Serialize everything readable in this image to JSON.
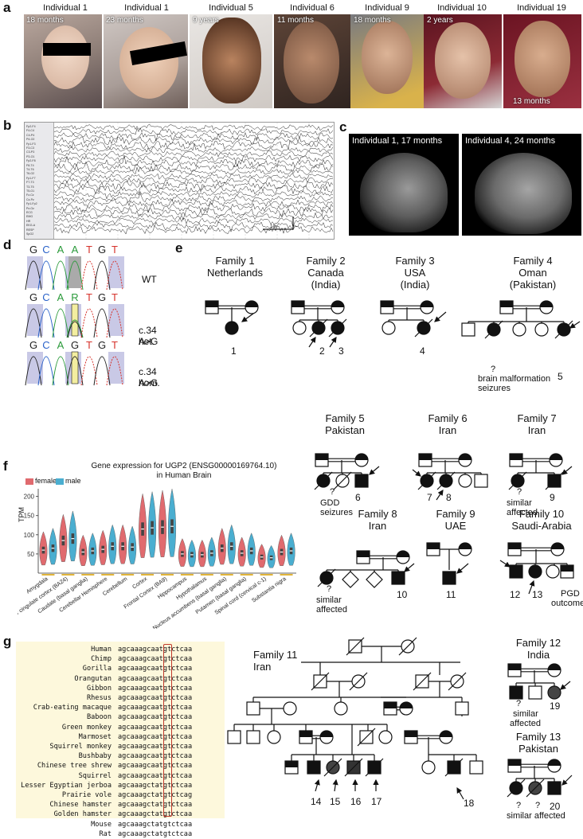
{
  "panels": {
    "a": "a",
    "b": "b",
    "c": "c",
    "d": "d",
    "e": "e",
    "f": "f",
    "g": "g"
  },
  "photos": [
    {
      "caption": "Individual 1",
      "age": "18 months"
    },
    {
      "caption": "Individual 1",
      "age": "23 months"
    },
    {
      "caption": "Individual 5",
      "age": "9 years"
    },
    {
      "caption": "Individual 6",
      "age": "11 months"
    },
    {
      "caption": "Individual 9",
      "age": "18 months"
    },
    {
      "caption": "Individual 10",
      "age": "2 years"
    },
    {
      "caption": "Individual 19",
      "age": "13 months"
    }
  ],
  "mri": [
    {
      "label": "Individual 1, 17 months"
    },
    {
      "label": "Individual 4, 24 months"
    }
  ],
  "eeg": {
    "channels": [
      "Fp2-F4",
      "F4-C4",
      "C4-P4",
      "P4-O2",
      "Fp1-F3",
      "F3-C3",
      "C3-P3",
      "P3-O1",
      "Fp2-F8",
      "F8-T4",
      "T4-T6",
      "T6-O2",
      "Fp1-F7",
      "F7-T3",
      "T3-T5",
      "T5-O1",
      "Fz-Cz",
      "Cz-Pz",
      "Fp1-Fp2",
      "Pz-Oz",
      "ECG",
      "EMG",
      "HR",
      "EKG-A",
      "RESP",
      "SpO2"
    ],
    "scale_label": "1 s"
  },
  "chromatogram": {
    "bases": [
      "G",
      "C",
      "A",
      "A",
      "T",
      "G",
      "T"
    ],
    "bases_het": [
      "G",
      "C",
      "A",
      "R",
      "T",
      "G",
      "T"
    ],
    "bases_hom": [
      "G",
      "C",
      "A",
      "G",
      "T",
      "G",
      "T"
    ],
    "labels": [
      "WT",
      "c.34 A>G",
      "het.",
      "c.34 A>G",
      "hom."
    ]
  },
  "families": {
    "f1": {
      "title": "Family 1",
      "origin": "Netherlands",
      "ids": [
        "1"
      ]
    },
    "f2": {
      "title": "Family 2",
      "origin": "Canada",
      "origin2": "(India)",
      "ids": [
        "2",
        "3"
      ]
    },
    "f3": {
      "title": "Family 3",
      "origin": "USA",
      "origin2": "(India)",
      "ids": [
        "4"
      ]
    },
    "f4": {
      "title": "Family 4",
      "origin": "Oman",
      "origin2": "(Pakistan)",
      "ids": [
        "5"
      ],
      "note": "?",
      "note2": "brain malformation",
      "note3": "seizures"
    },
    "f5": {
      "title": "Family 5",
      "origin": "Pakistan",
      "ids": [
        "6"
      ],
      "note": "?",
      "note2": "GDD",
      "note3": "seizures"
    },
    "f6": {
      "title": "Family 6",
      "origin": "Iran",
      "ids": [
        "7",
        "8"
      ]
    },
    "f7": {
      "title": "Family 7",
      "origin": "Iran",
      "ids": [
        "9"
      ],
      "note": "?",
      "note2": "similar",
      "note3": "affected"
    },
    "f8": {
      "title": "Family 8",
      "origin": "Iran",
      "ids": [
        "10"
      ],
      "note": "?",
      "note2": "similar",
      "note3": "affected"
    },
    "f9": {
      "title": "Family 9",
      "origin": "UAE",
      "ids": [
        "11"
      ]
    },
    "f10": {
      "title": "Family 10",
      "origin": "Saudi-Arabia",
      "ids": [
        "12",
        "13"
      ],
      "note": "PGD",
      "note2": "outcome"
    },
    "f11": {
      "title": "Family 11",
      "origin": "Iran",
      "ids": [
        "14",
        "15",
        "16",
        "17",
        "18"
      ]
    },
    "f12": {
      "title": "Family 12",
      "origin": "India",
      "ids": [
        "19"
      ],
      "note": "?",
      "note2": "similar",
      "note3": "affected"
    },
    "f13": {
      "title": "Family 13",
      "origin": "Pakistan",
      "ids": [
        "20"
      ],
      "note": "?",
      "note_q2": "?",
      "note2": "similar affected"
    }
  },
  "chart_data": {
    "type": "violin",
    "title": "Gene expression for UGP2 (ENSG00000169764.10)",
    "subtitle": "in Human Brain",
    "ylabel": "TPM",
    "yticks": [
      50,
      100,
      150,
      200
    ],
    "ylim": [
      0,
      220
    ],
    "legend": [
      {
        "name": "female",
        "color": "#e06a6e"
      },
      {
        "name": "male",
        "color": "#4aaed0"
      }
    ],
    "categories": [
      "Amygdala",
      "Anterior cingulate cortex (BA24)",
      "Caudate (basal ganglia)",
      "Cerebellar Hemisphere",
      "Cerebellum",
      "Cortex",
      "Frontal Cortex (BA9)",
      "Hippocampus",
      "Hypothalamus",
      "Nucleus accumbens (basal ganglia)",
      "Putamen (basal ganglia)",
      "Spinal cord (cervical c-1)",
      "Substantia nigra"
    ],
    "series": [
      {
        "name": "female",
        "medians": [
          60,
          85,
          55,
          62,
          70,
          115,
          120,
          50,
          48,
          65,
          52,
          42,
          55
        ]
      },
      {
        "name": "male",
        "medians": [
          65,
          90,
          58,
          70,
          68,
          118,
          122,
          48,
          52,
          70,
          58,
          40,
          58
        ]
      }
    ]
  },
  "alignment": {
    "species": [
      "Human",
      "Chimp",
      "Gorilla",
      "Orangutan",
      "Gibbon",
      "Rhesus",
      "Crab-eating macaque",
      "Baboon",
      "Green monkey",
      "Marmoset",
      "Squirrel monkey",
      "Bushbaby",
      "Chinese tree shrew",
      "Squirrel",
      "Lesser Egyptian jerboa",
      "Prairie vole",
      "Chinese hamster",
      "Golden hamster",
      "Mouse",
      "Rat"
    ],
    "seqs": [
      "agcaaagcaatgtctcaa",
      "agcaaagcaatgtctcaa",
      "agcaaagcaatgtctcaa",
      "agcaaagcaatgtctcaa",
      "agcaaagcaatgtctcaa",
      "agcaaagcaatgtctcaa",
      "agcaaagcaatgtctcaa",
      "agcaaagcaatgtctcaa",
      "agcaaagcaatgtctcaa",
      "agcaaagcaatgtctcaa",
      "agcaaagcaatgtctcaa",
      "agcaaagcaatgtctcaa",
      "agcaaagcaatgtctcaa",
      "agcaaagcaatgtctcaa",
      "agcaaagctatgtctcaa",
      "agcaaagctatgtctcag",
      "agcaaagctatgtctcaa",
      "agcaaagctatgtctcaa",
      "agcaaagctatgtctcaa",
      "agcaaagctatgtctcaa"
    ]
  }
}
